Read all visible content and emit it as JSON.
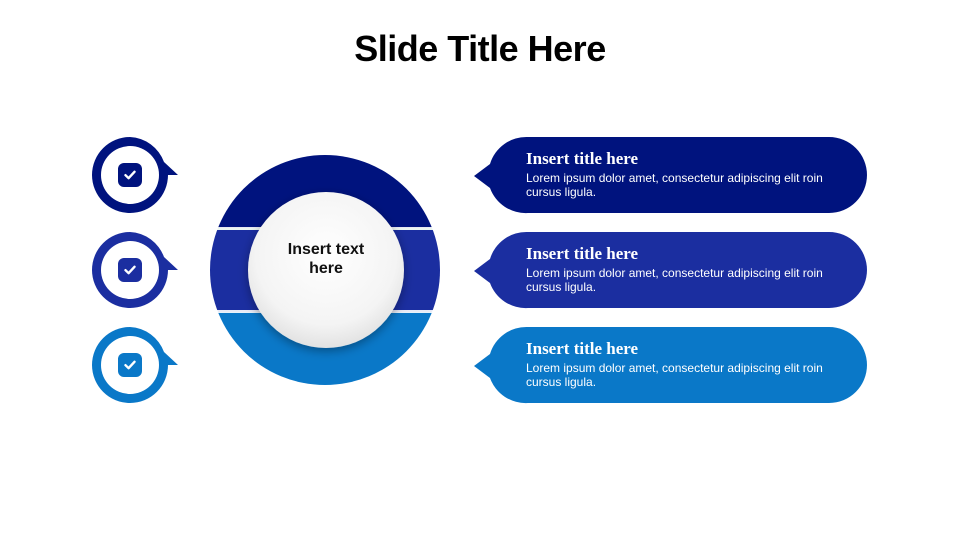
{
  "slide": {
    "title": "Slide Title Here"
  },
  "center": {
    "label": "Insert text here"
  },
  "colors": {
    "navy": "#00137E",
    "royal": "#1B2EA0",
    "sky": "#0A78C8"
  },
  "items": [
    {
      "icon": "check-icon",
      "color": "#00137E",
      "title": "Insert title here",
      "body": "Lorem ipsum dolor amet, consectetur adipiscing  elit roin cursus ligula."
    },
    {
      "icon": "check-icon",
      "color": "#1B2EA0",
      "title": "Insert title here",
      "body": "Lorem ipsum dolor amet, consectetur adipiscing  elit roin cursus ligula."
    },
    {
      "icon": "check-icon",
      "color": "#0A78C8",
      "title": "Insert title here",
      "body": "Lorem ipsum dolor amet, consectetur adipiscing  elit roin cursus ligula."
    }
  ]
}
